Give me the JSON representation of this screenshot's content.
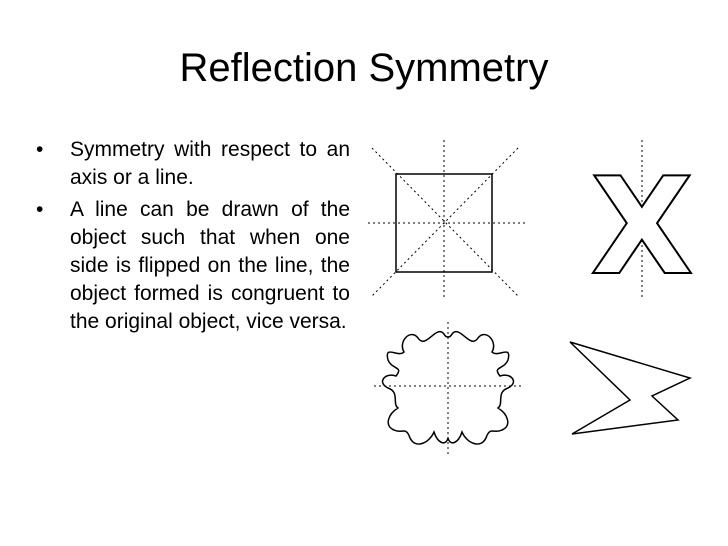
{
  "slide": {
    "title": "Reflection Symmetry",
    "bullet_symbol": "•",
    "bullets": [
      {
        "text": "Symmetry with respect to an axis or a line."
      },
      {
        "text": "A line can be drawn of the object such that when one side is flipped on the line, the object formed is congruent to the original object, vice versa."
      }
    ]
  },
  "figures": {
    "square": {
      "label": ""
    },
    "letter_x": {
      "glyph": "X"
    },
    "blob": {
      "label": ""
    },
    "zigzag": {
      "label": ""
    }
  }
}
